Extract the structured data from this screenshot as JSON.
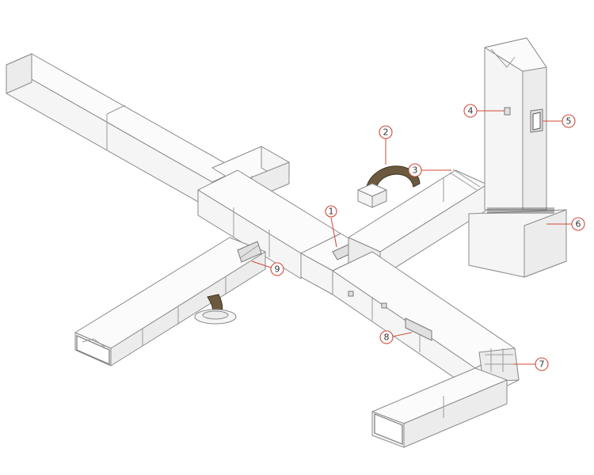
{
  "callouts": [
    {
      "id": "1",
      "label": "①"
    },
    {
      "id": "2",
      "label": "②"
    },
    {
      "id": "3",
      "label": "③"
    },
    {
      "id": "4",
      "label": "④"
    },
    {
      "id": "5",
      "label": "⑤"
    },
    {
      "id": "6",
      "label": "⑥"
    },
    {
      "id": "7",
      "label": "⑦"
    },
    {
      "id": "8",
      "label": "⑧"
    },
    {
      "id": "9",
      "label": "⑨"
    }
  ]
}
